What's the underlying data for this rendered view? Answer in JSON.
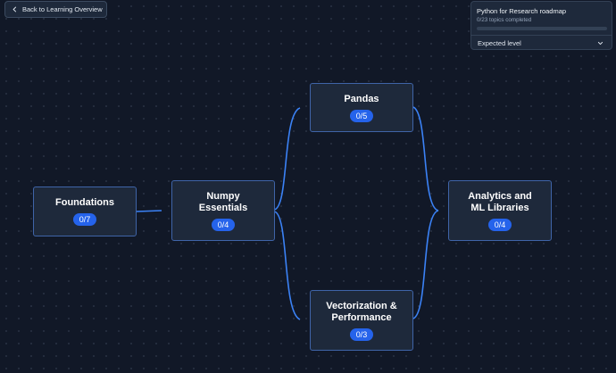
{
  "back_button": {
    "label": "Back to Learning Overview",
    "icon": "chevron-left-icon"
  },
  "roadmap": {
    "title": "Python for Research roadmap",
    "subtitle": "0/23 topics completed",
    "progress_fraction": 0,
    "level_label": "Expected level",
    "level_icon": "chevron-down-icon"
  },
  "nodes": {
    "foundations": {
      "title": "Foundations",
      "progress": "0/7"
    },
    "numpy": {
      "title": "Numpy\nEssentials",
      "progress": "0/4"
    },
    "pandas": {
      "title": "Pandas",
      "progress": "0/5"
    },
    "vectorization": {
      "title": "Vectorization &\nPerformance",
      "progress": "0/3"
    },
    "analytics": {
      "title": "Analytics and\nML Libraries",
      "progress": "0/4"
    }
  },
  "colors": {
    "accent": "#2563eb",
    "edge": "#3b82f6",
    "background": "#111827",
    "node_bg": "#1e293b"
  }
}
